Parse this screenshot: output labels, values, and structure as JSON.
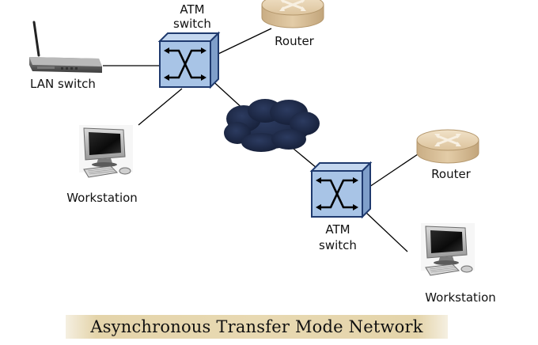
{
  "diagram": {
    "nodes": {
      "atm_switch_top": {
        "label_lines": [
          "ATM",
          "switch"
        ]
      },
      "router_top": {
        "label": "Router"
      },
      "lan_switch": {
        "label": "LAN switch"
      },
      "workstation_left": {
        "label": "Workstation"
      },
      "atm_switch_bottom": {
        "label_lines": [
          "ATM",
          "switch"
        ]
      },
      "router_right": {
        "label": "Router"
      },
      "workstation_right": {
        "label": "Workstation"
      }
    },
    "caption": "Asynchronous Transfer Mode Network"
  },
  "colors": {
    "switch_face": "#a8c4e6",
    "switch_side": "#7f9fca",
    "switch_edge": "#1f3a6e",
    "router": "#e8d4b6",
    "cloud": "#1f2c4c",
    "caption_band": "#e8d9b2",
    "link": "#000000"
  },
  "icons": [
    "atm-switch-icon",
    "router-icon",
    "lan-switch-icon",
    "cloud-icon",
    "workstation-icon"
  ]
}
